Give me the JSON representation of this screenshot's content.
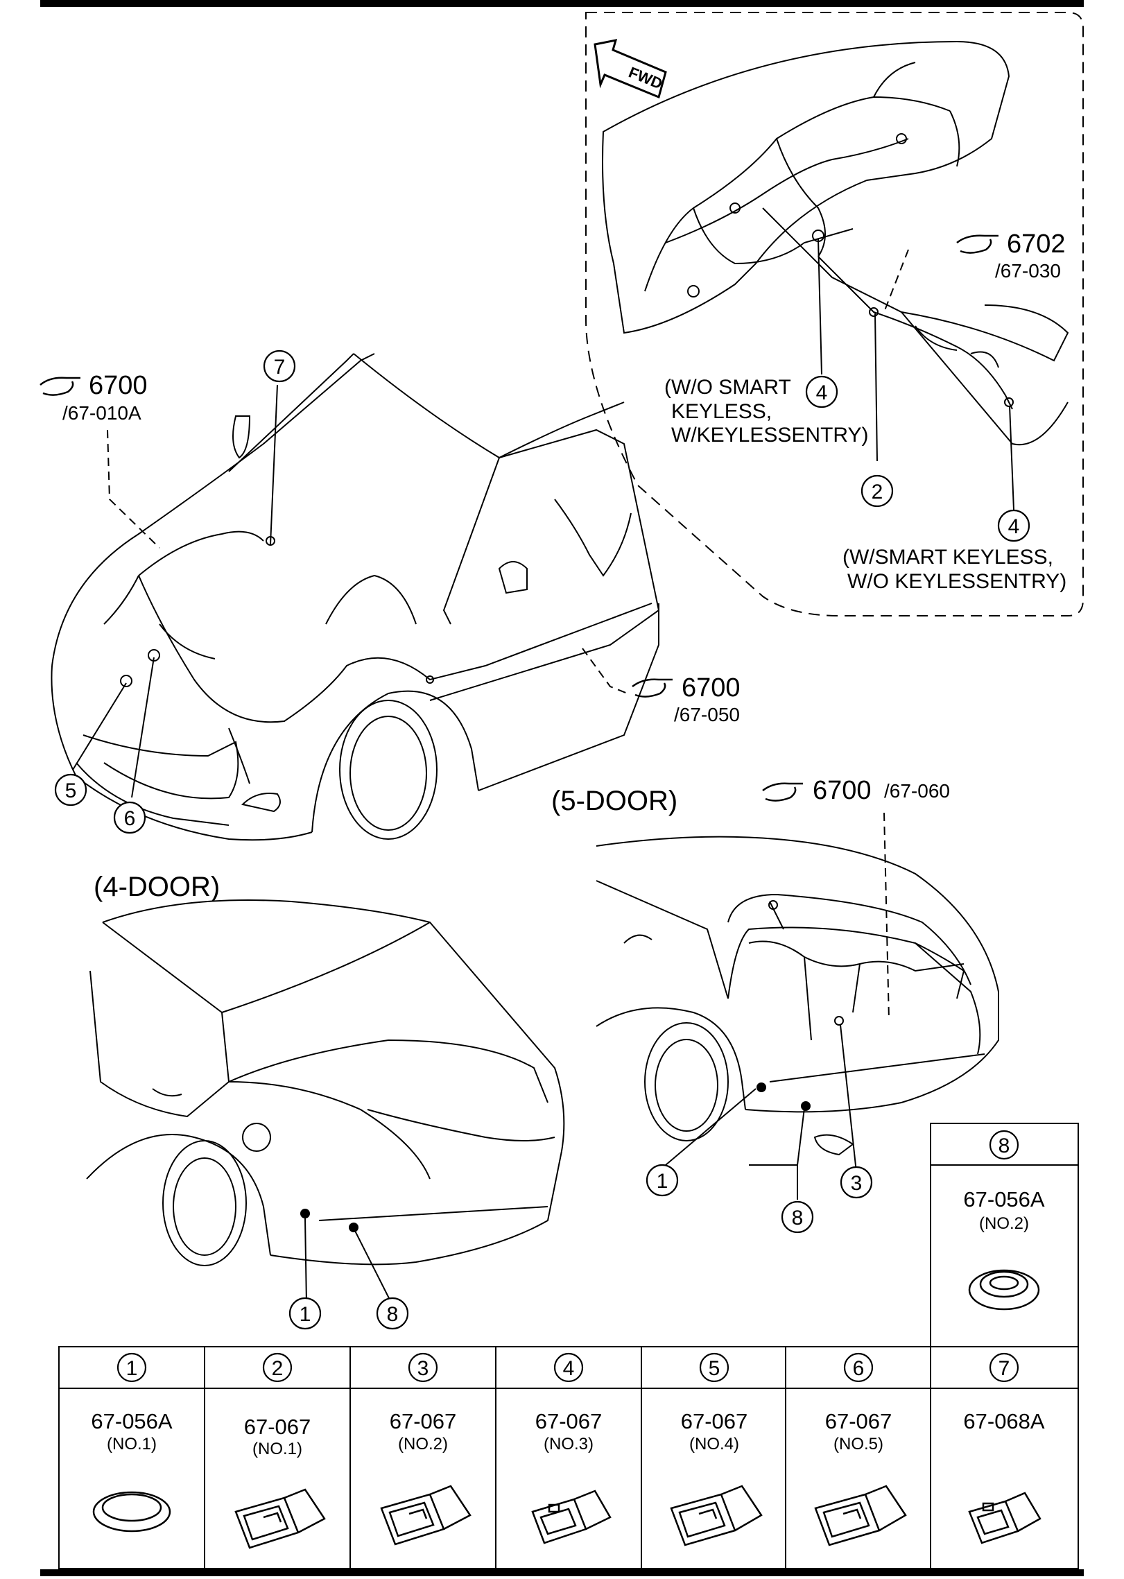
{
  "refs": {
    "r6700a": {
      "num": "6700",
      "code": "/67-010A"
    },
    "r6700b": {
      "num": "6700",
      "code": "/67-050"
    },
    "r6702": {
      "num": "6702",
      "code": "/67-030"
    },
    "r6700c": {
      "num": "6700",
      "code": "/67-060"
    }
  },
  "notes": {
    "wo_smart": [
      "(W/O SMART",
      "KEYLESS,",
      "W/KEYLESSENTRY)"
    ],
    "w_smart": [
      "(W/SMART KEYLESS,",
      "W/O KEYLESSENTRY)"
    ]
  },
  "fwd": "FWD",
  "section_labels": {
    "five_door": "(5-DOOR)",
    "four_door": "(4-DOOR)"
  },
  "callouts": [
    "1",
    "2",
    "3",
    "4",
    "5",
    "6",
    "7",
    "8"
  ],
  "parts": [
    {
      "num": "1",
      "code": "67-056A",
      "no": "(NO.1)"
    },
    {
      "num": "2",
      "code": "67-067",
      "no": "(NO.1)"
    },
    {
      "num": "3",
      "code": "67-067",
      "no": "(NO.2)"
    },
    {
      "num": "4",
      "code": "67-067",
      "no": "(NO.3)"
    },
    {
      "num": "5",
      "code": "67-067",
      "no": "(NO.4)"
    },
    {
      "num": "6",
      "code": "67-067",
      "no": "(NO.5)"
    },
    {
      "num": "7",
      "code": "67-068A",
      "no": ""
    }
  ],
  "part8": {
    "num": "8",
    "code": "67-056A",
    "no": "(NO.2)"
  }
}
